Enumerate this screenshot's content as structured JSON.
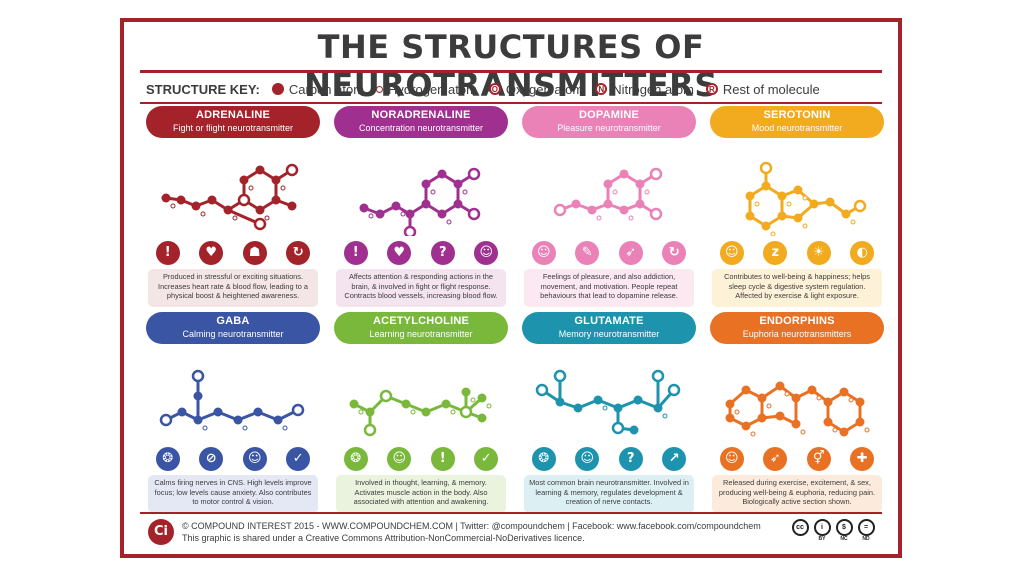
{
  "title": "THE STRUCTURES OF NEUROTRANSMITTERS",
  "key": {
    "label": "STRUCTURE KEY:",
    "carbon": "Carbon atom",
    "hydrogen": "Hydrogen atom",
    "oxygen": "Oxygen atom",
    "nitrogen": "Nitrogen atom",
    "rest": "Rest of molecule",
    "oxygen_letter": "O",
    "nitrogen_letter": "N",
    "rest_letter": "R"
  },
  "cards": [
    {
      "name": "ADRENALINE",
      "subtitle": "Fight or flight neurotransmitter",
      "color": "#a4222a",
      "tint": "#f4e6e6",
      "icons": [
        "exclamation-icon",
        "heart-pulse-icon",
        "muscle-arm-icon",
        "strength-icon"
      ],
      "glyphs": [
        "!",
        "♥",
        "☗",
        "↻"
      ],
      "description": "Produced in stressful or exciting situations. Increases heart rate & blood flow, leading to a physical boost & heightened awareness."
    },
    {
      "name": "NORADRENALINE",
      "subtitle": "Concentration neurotransmitter",
      "color": "#a03090",
      "tint": "#f4e4f0",
      "icons": [
        "exclamation-icon",
        "heart-icon",
        "question-icon",
        "concentration-icon"
      ],
      "glyphs": [
        "!",
        "♥",
        "?",
        "☺"
      ],
      "description": "Affects attention & responding actions in the brain, & involved in fight or flight response. Contracts blood vessels, increasing blood flow."
    },
    {
      "name": "DOPAMINE",
      "subtitle": "Pleasure neurotransmitter",
      "color": "#ea82b8",
      "tint": "#fbe8f1",
      "icons": [
        "happy-face-icon",
        "syringe-icon",
        "running-icon",
        "cycle-icon"
      ],
      "glyphs": [
        "☺",
        "✎",
        "➶",
        "↻"
      ],
      "description": "Feelings of pleasure, and also addiction, movement, and motivation. People repeat behaviours that lead to dopamine release."
    },
    {
      "name": "SEROTONIN",
      "subtitle": "Mood neurotransmitter",
      "color": "#f2aa1f",
      "tint": "#fdf1d8",
      "icons": [
        "smile-icon",
        "sleep-icon",
        "sun-icon",
        "stomach-icon"
      ],
      "glyphs": [
        "☺",
        "z",
        "☀",
        "◐"
      ],
      "description": "Contributes to well-being & happiness; helps sleep cycle & digestive system regulation. Affected by exercise & light exposure."
    },
    {
      "name": "GABA",
      "subtitle": "Calming neurotransmitter",
      "color": "#3a55a4",
      "tint": "#e4e8f4",
      "icons": [
        "brain-icon",
        "no-running-icon",
        "calm-face-icon",
        "check-icon"
      ],
      "glyphs": [
        "❂",
        "⊘",
        "☺",
        "✓"
      ],
      "description": "Calms firing nerves in CNS. High levels improve focus; low levels cause anxiety. Also contributes to motor control & vision."
    },
    {
      "name": "ACETYLCHOLINE",
      "subtitle": "Learning neurotransmitter",
      "color": "#7ab83c",
      "tint": "#eaf3de",
      "icons": [
        "brain-icon",
        "person-icon",
        "exclamation-icon",
        "muscle-icon"
      ],
      "glyphs": [
        "❂",
        "☺",
        "!",
        "✓"
      ],
      "description": "Involved in thought, learning, & memory. Activates muscle action in the body. Also associated with attention and awakening."
    },
    {
      "name": "GLUTAMATE",
      "subtitle": "Memory neurotransmitter",
      "color": "#1e93ad",
      "tint": "#dcf0f4",
      "icons": [
        "brain-icon",
        "student-icon",
        "question-icon",
        "nerve-icon"
      ],
      "glyphs": [
        "❂",
        "☺",
        "?",
        "↗"
      ],
      "description": "Most common brain neurotransmitter. Involved in learning & memory, regulates development & creation of nerve contacts."
    },
    {
      "name": "ENDORPHINS",
      "subtitle": "Euphoria neurotransmitters",
      "color": "#e87124",
      "tint": "#fcebdc",
      "icons": [
        "smile-icon",
        "running-icon",
        "gender-icon",
        "painkiller-icon"
      ],
      "glyphs": [
        "☺",
        "➶",
        "⚥",
        "✚"
      ],
      "description": "Released during exercise, excitement, & sex, producing well-being & euphoria, reducing pain. Biologically active section shown."
    }
  ],
  "footer": {
    "logo": "Ci",
    "line1": "© COMPOUND INTEREST 2015 - WWW.COMPOUNDCHEM.COM | Twitter: @compoundchem | Facebook: www.facebook.com/compoundchem",
    "line2": "This graphic is shared under a Creative Commons Attribution-NonCommercial-NoDerivatives licence.",
    "badges": [
      {
        "symbol": "cc",
        "label": ""
      },
      {
        "symbol": "i",
        "label": "BY"
      },
      {
        "symbol": "$",
        "label": "NC"
      },
      {
        "symbol": "=",
        "label": "ND"
      }
    ]
  }
}
